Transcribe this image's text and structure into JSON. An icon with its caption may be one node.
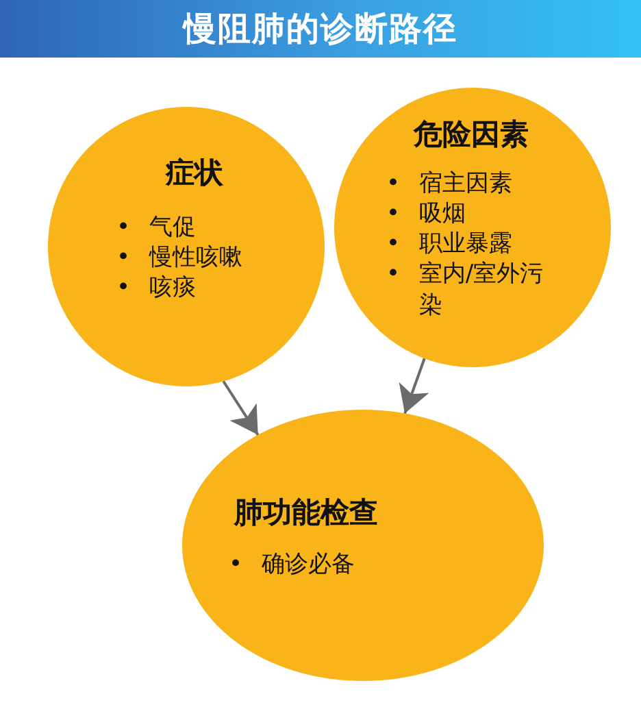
{
  "diagram": {
    "title": "慢阻肺的诊断路径",
    "nodes": [
      {
        "text": [
          "症状",
          "• 气促",
          "• 慢性咳嗽",
          "• 咳痰"
        ]
      },
      {
        "text": [
          "危险因素",
          "• 宿主因素",
          "• 吸烟",
          "• 职业暴露",
          "• 室内/室外污染"
        ]
      },
      {
        "text": [
          "肺功能检查",
          "• 确诊必备"
        ]
      }
    ],
    "edges": [
      {
        "from": 0,
        "to": 2,
        "arrow": "to"
      },
      {
        "from": 1,
        "to": 2,
        "arrow": "to"
      }
    ]
  }
}
